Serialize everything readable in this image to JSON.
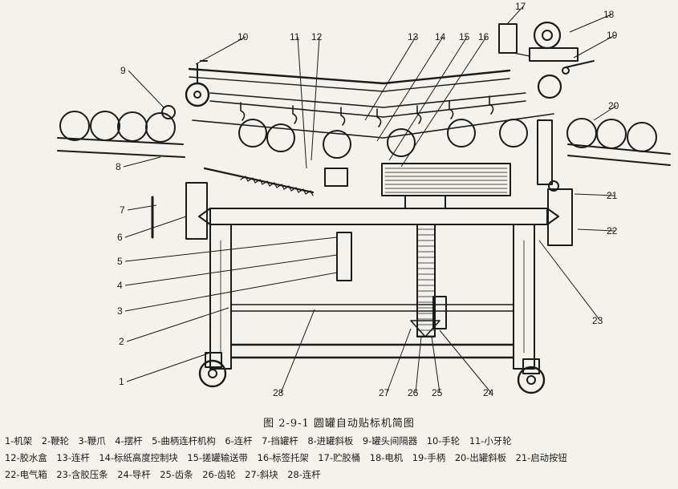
{
  "figure": {
    "caption": "图 2-9-1   圆罐自动贴标机简图",
    "callouts": [
      "1",
      "2",
      "3",
      "4",
      "5",
      "6",
      "7",
      "8",
      "9",
      "10",
      "11",
      "12",
      "13",
      "14",
      "15",
      "16",
      "17",
      "18",
      "19",
      "20",
      "21",
      "22",
      "23",
      "24",
      "25",
      "26",
      "27",
      "28"
    ],
    "legend_rows": [
      [
        "1-机架",
        "2-鞭轮",
        "3-鞭爪",
        "4-摆杆",
        "5-曲柄连杆机构",
        "6-连杆",
        "7-挡罐杆",
        "8-进罐斜板",
        "9-罐头间隔器",
        "10-手轮",
        "11-小牙轮"
      ],
      [
        "12-胶水盒",
        "13-连杆",
        "14-标纸高度控制块",
        "15-搓罐输送带",
        "16-标签托架",
        "17-贮胶桶",
        "18-电机",
        "19-手柄",
        "20-出罐斜板",
        "21-启动按钮"
      ],
      [
        "22-电气箱",
        "23-含胶压条",
        "24-导杆",
        "25-齿条",
        "26-齿轮",
        "27-斜块",
        "28-连杆"
      ]
    ]
  }
}
